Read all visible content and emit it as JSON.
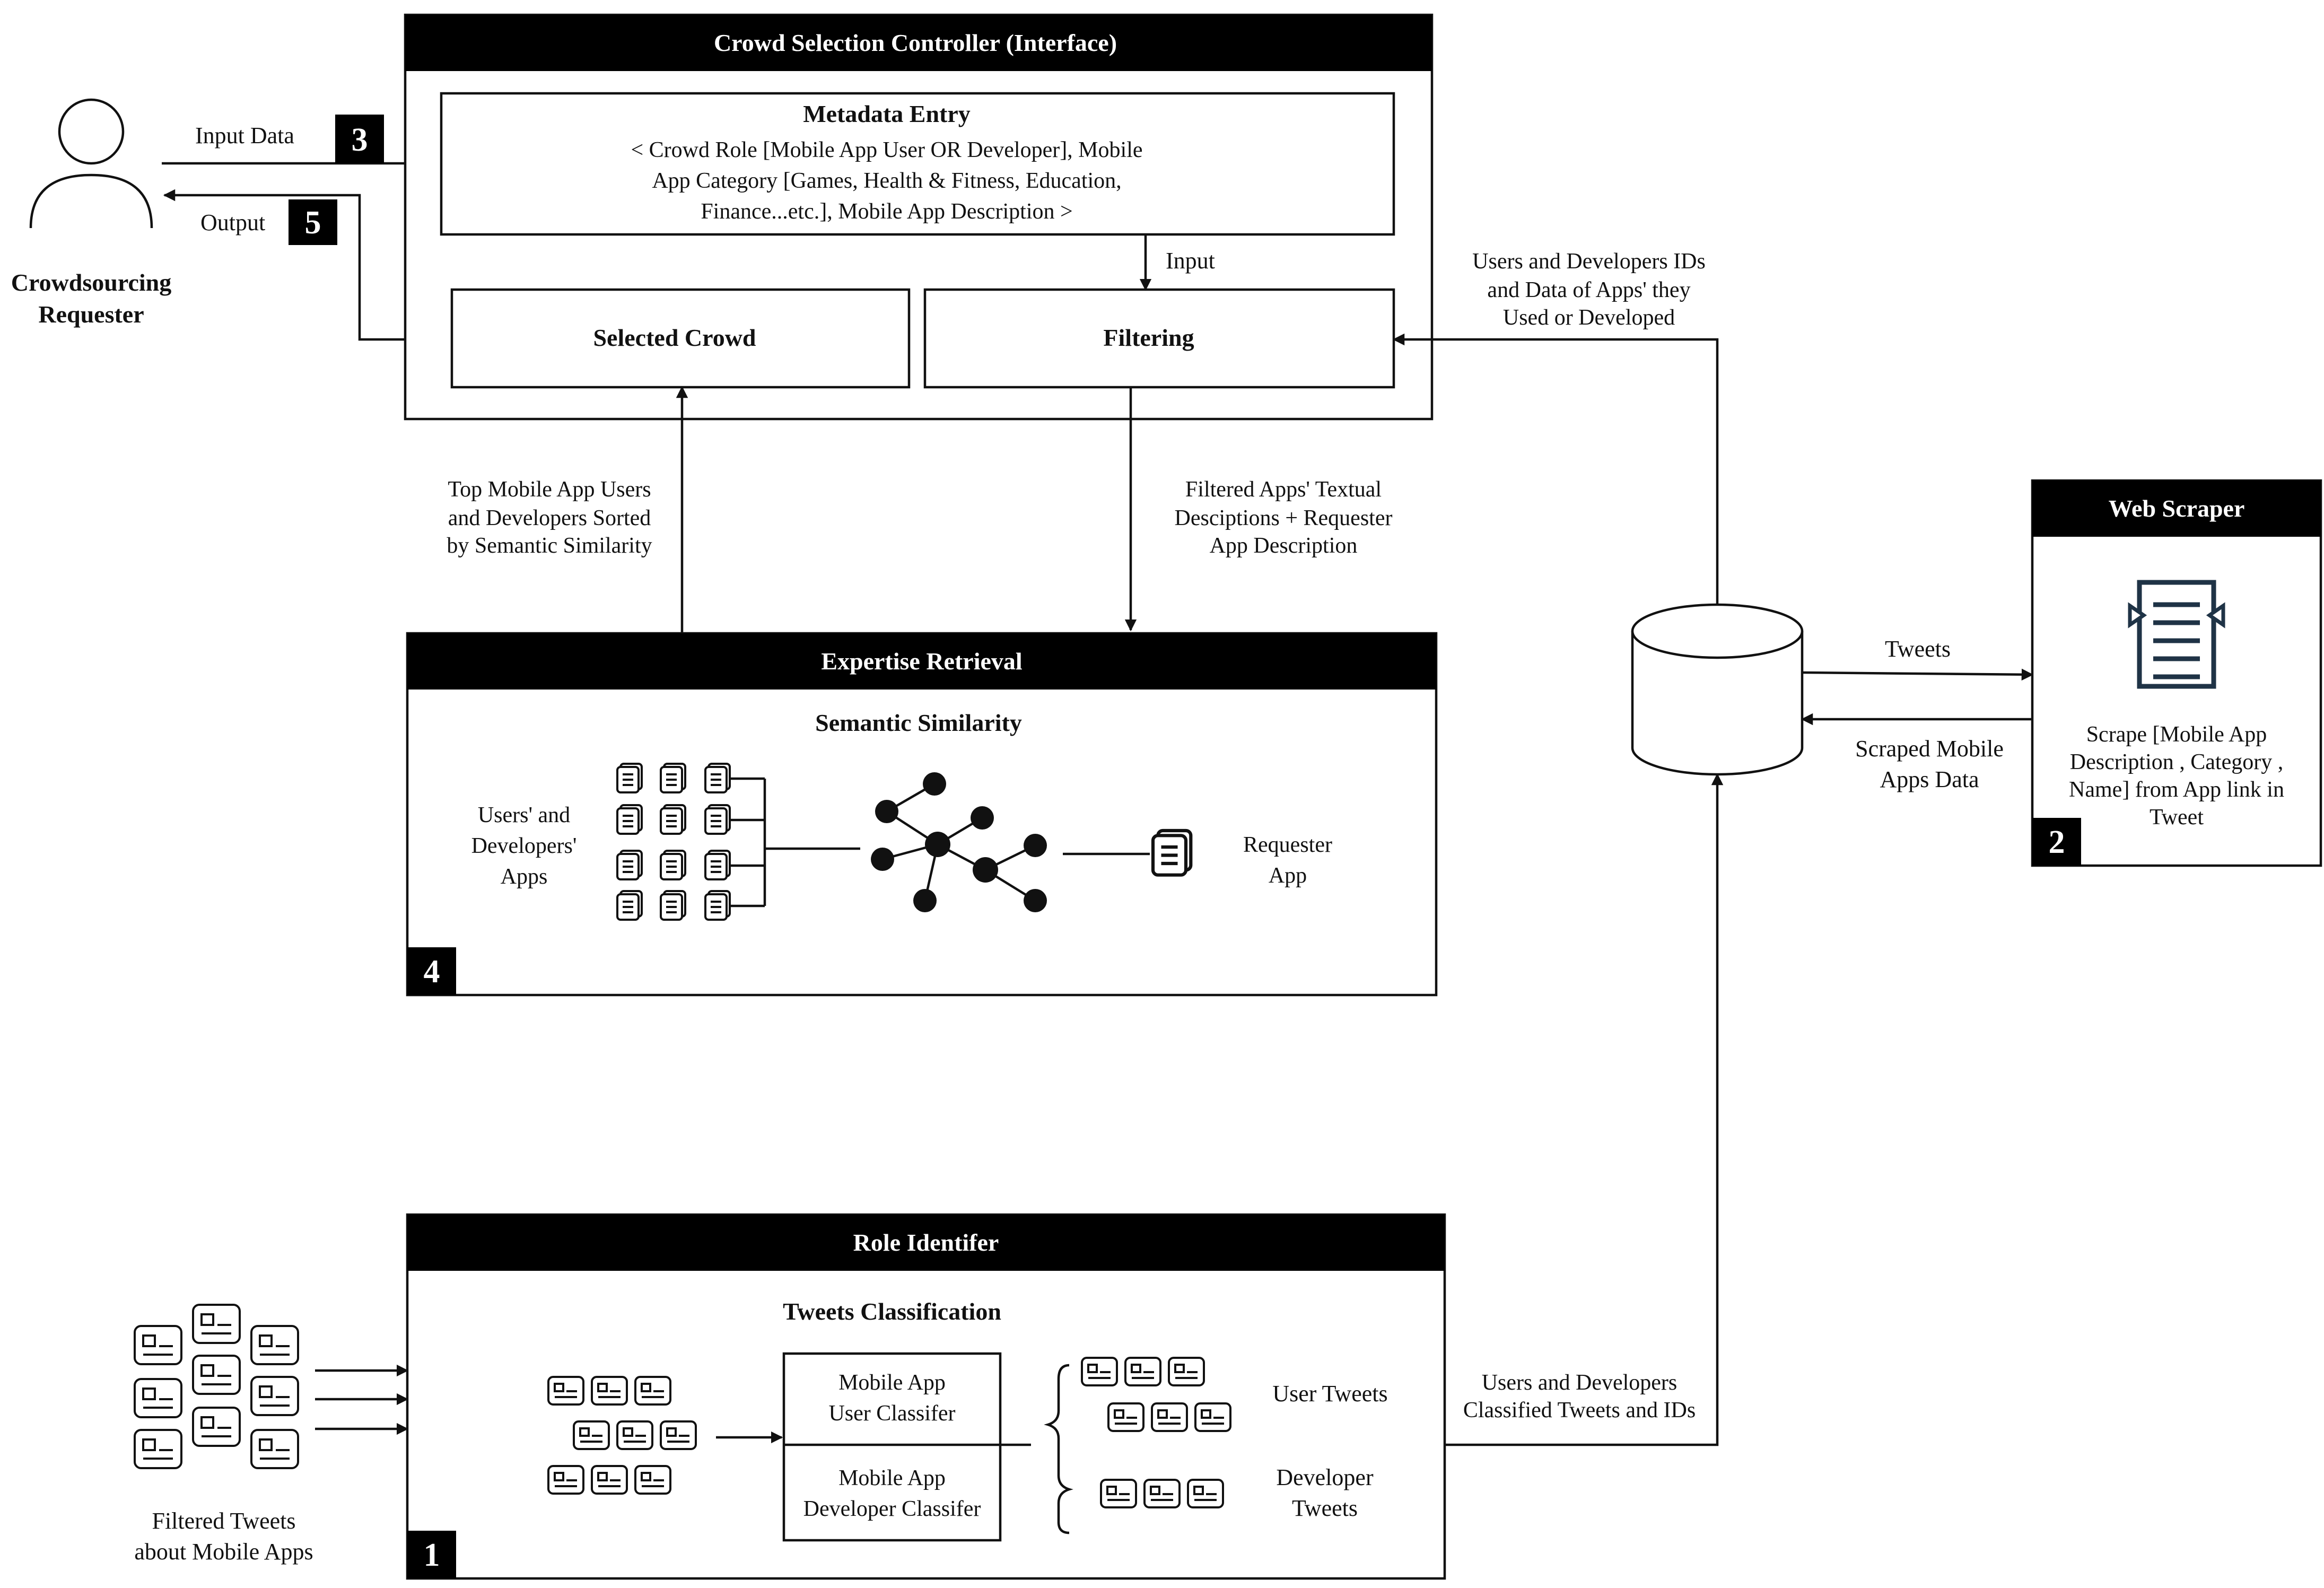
{
  "requester": {
    "title_line1": "Crowdsourcing",
    "title_line2": "Requester"
  },
  "flows": {
    "input_data": "Input Data",
    "output": "Output",
    "input": "Input",
    "ids_line1": "Users and Developers IDs",
    "ids_line2": "and Data of Apps'  they",
    "ids_line3": "Used or Developed",
    "top_users_line1": "Top Mobile App Users",
    "top_users_line2": "and Developers Sorted",
    "top_users_line3": "by Semantic Similarity",
    "filtered_line1": "Filtered Apps' Textual",
    "filtered_line2": "Desciptions + Requester",
    "filtered_line3": "App Description",
    "tweets": "Tweets",
    "scraped_line1": "Scraped Mobile",
    "scraped_line2": "Apps Data",
    "classified_line1": "Users and Developers",
    "classified_line2": "Classified Tweets and IDs"
  },
  "controller": {
    "title": "Crowd Selection Controller (Interface)",
    "metadata_title": "Metadata Entry",
    "metadata_line1": "< Crowd Role [Mobile App User OR Developer], Mobile",
    "metadata_line2": "App Category [Games, Health & Fitness, Education,",
    "metadata_line3": "Finance...etc.], Mobile App Description >",
    "selected_crowd": "Selected Crowd",
    "filtering": "Filtering"
  },
  "expertise": {
    "title": "Expertise Retrieval",
    "subtitle": "Semantic   Similarity",
    "users_apps_line1": "Users' and",
    "users_apps_line2": "Developers'",
    "users_apps_line3": "Apps",
    "requester_app_line1": "Requester",
    "requester_app_line2": "App"
  },
  "scraper": {
    "title": "Web Scraper",
    "desc_line1": "Scrape [Mobile App",
    "desc_line2": "Description , Category ,",
    "desc_line3": "Name] from App link in",
    "desc_line4": "Tweet"
  },
  "role": {
    "title": "Role Identifer",
    "subtitle": "Tweets Classification",
    "user_classifier_line1": "Mobile App",
    "user_classifier_line2": "User Classifer",
    "dev_classifier_line1": "Mobile App",
    "dev_classifier_line2": "Developer Classifer",
    "user_tweets": "User Tweets",
    "dev_tweets_line1": "Developer",
    "dev_tweets_line2": "Tweets",
    "filtered_tweets_line1": "Filtered Tweets",
    "filtered_tweets_line2": "about Mobile Apps"
  },
  "steps": {
    "one": "1",
    "two": "2",
    "three": "3",
    "four": "4",
    "five": "5"
  },
  "icons": [
    "person-icon",
    "database-icon",
    "document-icon",
    "network-graph-icon",
    "tweet-card-icon",
    "app-document-icon"
  ]
}
